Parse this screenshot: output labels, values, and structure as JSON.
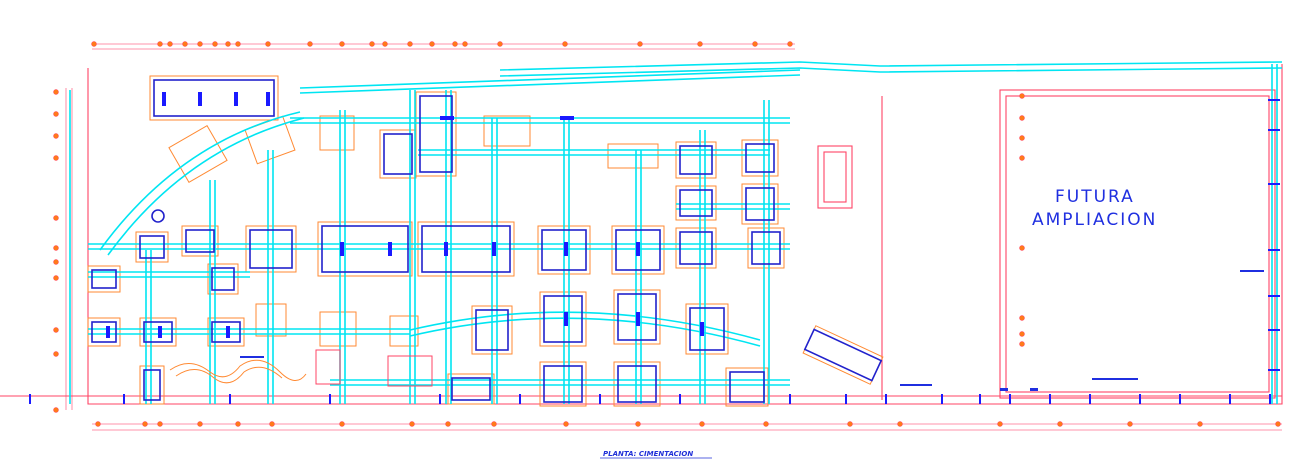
{
  "drawing": {
    "future_line1": "FUTURA",
    "future_line2": "AMPLIACION",
    "title": "PLANTA: CIMENTACION"
  },
  "colors": {
    "background": "#ffffff",
    "wall": "#ff4466",
    "grid_axis": "#ff6f8f",
    "beam": "#00e5f2",
    "footing": "#2222cc",
    "footing_outline": "#ff8a33",
    "node_marker": "#ff7a1a",
    "annotation": "#1f2fe0",
    "pier": "#1a1aff"
  }
}
